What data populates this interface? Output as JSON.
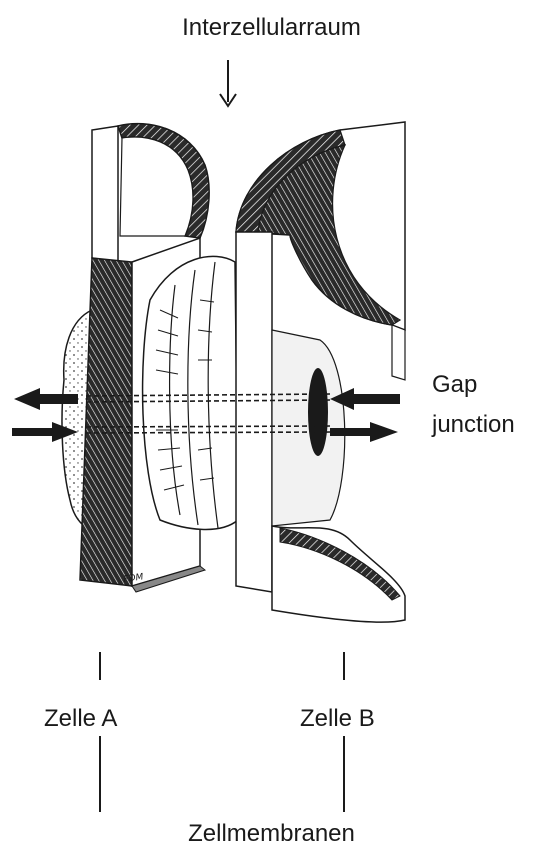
{
  "title": "Interzellularraum",
  "gap_label_line1": "Gap",
  "gap_label_line2": "junction",
  "cell_a_label": "Zelle A",
  "cell_b_label": "Zelle B",
  "membranes_label": "Zellmembranen",
  "signature": "FDM",
  "colors": {
    "ink": "#1a1a1a",
    "paper": "#ffffff",
    "shade": "#d9d9d9"
  }
}
